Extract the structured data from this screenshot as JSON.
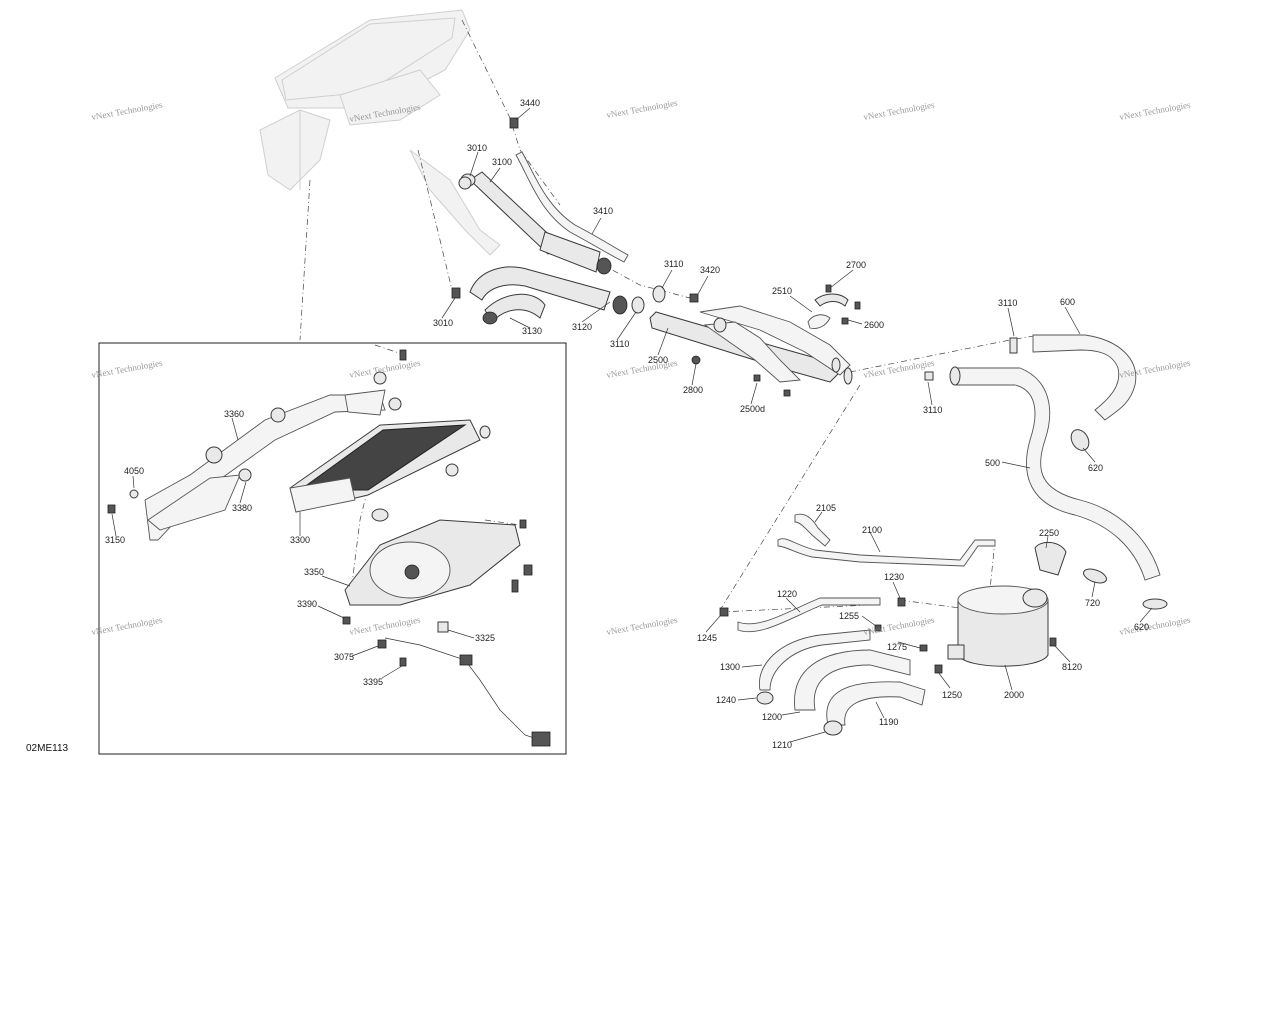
{
  "figure_code": "02ME113",
  "watermark_text": "vNext Technologies",
  "callouts": [
    {
      "id": "c3440",
      "text": "3440"
    },
    {
      "id": "c3010a",
      "text": "3010"
    },
    {
      "id": "c3100",
      "text": "3100"
    },
    {
      "id": "c3410",
      "text": "3410"
    },
    {
      "id": "c3110a",
      "text": "3110"
    },
    {
      "id": "c3420",
      "text": "3420"
    },
    {
      "id": "c2700",
      "text": "2700"
    },
    {
      "id": "c2510",
      "text": "2510"
    },
    {
      "id": "c2600",
      "text": "2600"
    },
    {
      "id": "c3010b",
      "text": "3010"
    },
    {
      "id": "c3120",
      "text": "3120"
    },
    {
      "id": "c3130",
      "text": "3130"
    },
    {
      "id": "c3110b",
      "text": "3110"
    },
    {
      "id": "c2500",
      "text": "2500"
    },
    {
      "id": "c2800",
      "text": "2800"
    },
    {
      "id": "c2500d",
      "text": "2500d"
    },
    {
      "id": "c3110c",
      "text": "3110"
    },
    {
      "id": "c600",
      "text": "600"
    },
    {
      "id": "c3110d",
      "text": "3110"
    },
    {
      "id": "c500",
      "text": "500"
    },
    {
      "id": "c620a",
      "text": "620"
    },
    {
      "id": "c3360",
      "text": "3360"
    },
    {
      "id": "c4050",
      "text": "4050"
    },
    {
      "id": "c3380",
      "text": "3380"
    },
    {
      "id": "c3150",
      "text": "3150"
    },
    {
      "id": "c3300",
      "text": "3300"
    },
    {
      "id": "c3350",
      "text": "3350"
    },
    {
      "id": "c3390",
      "text": "3390"
    },
    {
      "id": "c3325",
      "text": "3325"
    },
    {
      "id": "c3075",
      "text": "3075"
    },
    {
      "id": "c3395",
      "text": "3395"
    },
    {
      "id": "c2105",
      "text": "2105"
    },
    {
      "id": "c2100",
      "text": "2100"
    },
    {
      "id": "c2250",
      "text": "2250"
    },
    {
      "id": "c1230",
      "text": "1230"
    },
    {
      "id": "c720",
      "text": "720"
    },
    {
      "id": "c1220",
      "text": "1220"
    },
    {
      "id": "c1255",
      "text": "1255"
    },
    {
      "id": "c1245",
      "text": "1245"
    },
    {
      "id": "c620b",
      "text": "620"
    },
    {
      "id": "c1275",
      "text": "1275"
    },
    {
      "id": "c8120",
      "text": "8120"
    },
    {
      "id": "c1300",
      "text": "1300"
    },
    {
      "id": "c1250",
      "text": "1250"
    },
    {
      "id": "c2000",
      "text": "2000"
    },
    {
      "id": "c1240",
      "text": "1240"
    },
    {
      "id": "c1200",
      "text": "1200"
    },
    {
      "id": "c1190",
      "text": "1190"
    },
    {
      "id": "c1210",
      "text": "1210"
    }
  ]
}
